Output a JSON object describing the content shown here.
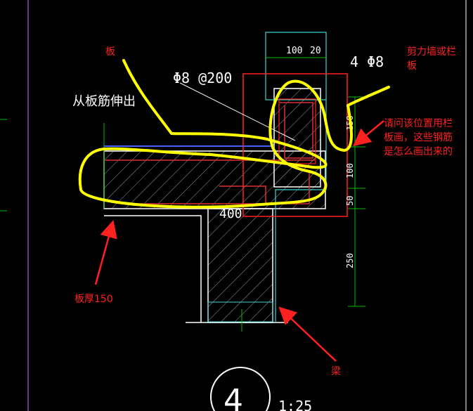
{
  "drawing": {
    "callout_slab_rebar": "Φ8 @200",
    "callout_extend": "从板筋伸出",
    "callout_top_bars": "4 Φ8",
    "dim_top_a": "100",
    "dim_top_b": "20",
    "dim_right_1": "150",
    "dim_right_2": "100",
    "dim_right_3": "50",
    "dim_right_4": "250",
    "dim_width": "400",
    "detail_number": "4",
    "detail_scale": "1:25"
  },
  "annotations": {
    "slab": "板",
    "shear_wall": [
      "剪力墙或栏",
      "板"
    ],
    "question": [
      "请问该位置用栏",
      "板画，这些钢筋",
      "是怎么画出来的"
    ],
    "slab_thickness": "板厚150",
    "beam": "梁"
  },
  "colors": {
    "background": "#000000",
    "cad_line": "#ffffff",
    "dimension": "#00c000",
    "hatch": "#9a9a9a",
    "rebar": "#e03030",
    "cyan_outline": "#3fd4d4",
    "highlight": "#ffff00",
    "annotation": "#ff2020",
    "frame_magenta": "#9040c0"
  }
}
